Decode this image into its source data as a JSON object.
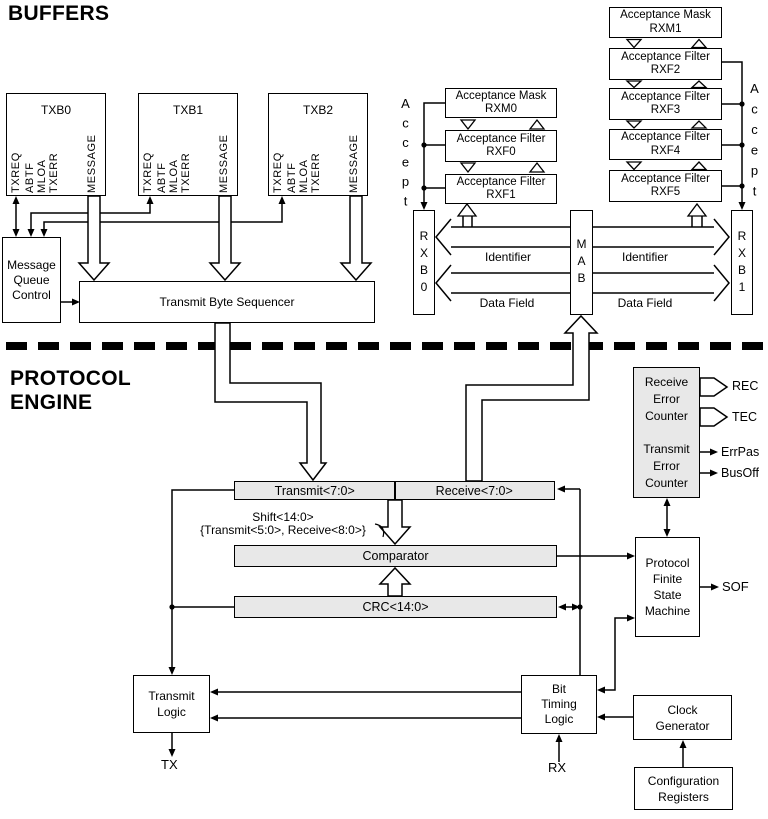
{
  "title_buffers": "BUFFERS",
  "title_protocol": [
    "PROTOCOL",
    "ENGINE"
  ],
  "txb": [
    {
      "title": "TXB0",
      "pins": [
        "TXREQ",
        "ABTF",
        "MLOA",
        "TXERR",
        "MESSAGE"
      ]
    },
    {
      "title": "TXB1",
      "pins": [
        "TXREQ",
        "ABTF",
        "MLOA",
        "TXERR",
        "MESSAGE"
      ]
    },
    {
      "title": "TXB2",
      "pins": [
        "TXREQ",
        "ABTF",
        "MLOA",
        "TXERR",
        "MESSAGE"
      ]
    }
  ],
  "mqc": [
    "Message",
    "Queue",
    "Control"
  ],
  "tbs": "Transmit Byte Sequencer",
  "masks": {
    "rxm1": [
      "Acceptance Mask",
      "RXM1"
    ],
    "rxf2": [
      "Acceptance Filter",
      "RXF2"
    ],
    "rxf3": [
      "Acceptance Filter",
      "RXF3"
    ],
    "rxf4": [
      "Acceptance Filter",
      "RXF4"
    ],
    "rxf5": [
      "Acceptance Filter",
      "RXF5"
    ],
    "rxm0": [
      "Acceptance Mask",
      "RXM0"
    ],
    "rxf0": [
      "Acceptance Filter",
      "RXF0"
    ],
    "rxf1": [
      "Acceptance Filter",
      "RXF1"
    ]
  },
  "accept": "Accept",
  "rxb0": "RXB0",
  "mab": "MAB",
  "rxb1": "RXB1",
  "bus_labels": {
    "identifier": "Identifier",
    "data_field": "Data Field"
  },
  "registers": {
    "transmit": "Transmit<7:0>",
    "receive": "Receive<7:0>",
    "comparator": "Comparator",
    "crc": "CRC<14:0>",
    "shift1": "Shift<14:0>",
    "shift2": "{Transmit<5:0>, Receive<8:0>}"
  },
  "error_counter": {
    "top": [
      "Receive",
      "Error",
      "Counter"
    ],
    "bottom": [
      "Transmit",
      "Error",
      "Counter"
    ]
  },
  "pfsm": [
    "Protocol",
    "Finite",
    "State",
    "Machine"
  ],
  "transmit_logic": [
    "Transmit",
    "Logic"
  ],
  "btl": [
    "Bit",
    "Timing",
    "Logic"
  ],
  "clock_gen": [
    "Clock",
    "Generator"
  ],
  "config_reg": [
    "Configuration",
    "Registers"
  ],
  "signals": {
    "tx": "TX",
    "rx": "RX",
    "sof": "SOF",
    "rec": "REC",
    "tec": "TEC",
    "errpas": "ErrPas",
    "busoff": "BusOff"
  },
  "colors": {
    "line": "#000000",
    "register_fill": "#e8e8e8",
    "background": "#ffffff"
  }
}
